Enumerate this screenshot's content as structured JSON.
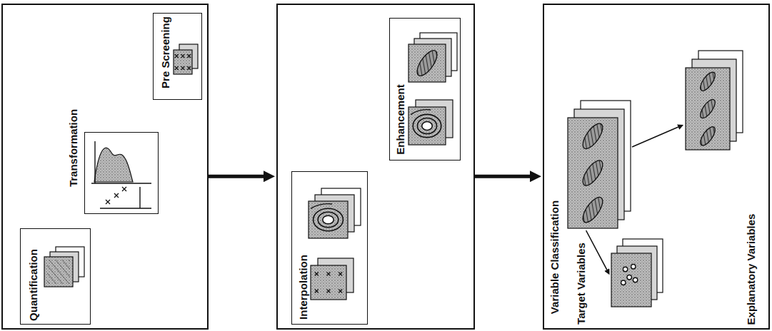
{
  "diagram": {
    "nodes": [
      {
        "text": []
      },
      {
        "text": [
          "Quantification"
        ],
        "in": 0
      },
      {
        "text": [
          "Transformation"
        ],
        "in": 0
      },
      {
        "text": [
          "Pre Screening"
        ],
        "in": 0
      },
      {
        "text": []
      },
      {
        "text": [
          "Interpolation"
        ],
        "in": 4
      },
      {
        "text": [
          "Enhancement"
        ],
        "in": 4
      },
      {
        "text": []
      },
      {
        "text": [
          "Variable Classification"
        ],
        "in": 7
      },
      {
        "text": [
          "Explanatory Variables"
        ],
        "in": 7
      },
      {
        "text": [
          "Target Variables"
        ],
        "in": 7
      }
    ],
    "edges": [
      {
        "from": 0,
        "to": 4,
        "arrow": "to"
      },
      {
        "from": 4,
        "to": 7,
        "arrow": "to"
      },
      {
        "from": 8,
        "to": 9,
        "arrow": "to"
      },
      {
        "from": 8,
        "to": 10,
        "arrow": "to"
      }
    ]
  }
}
